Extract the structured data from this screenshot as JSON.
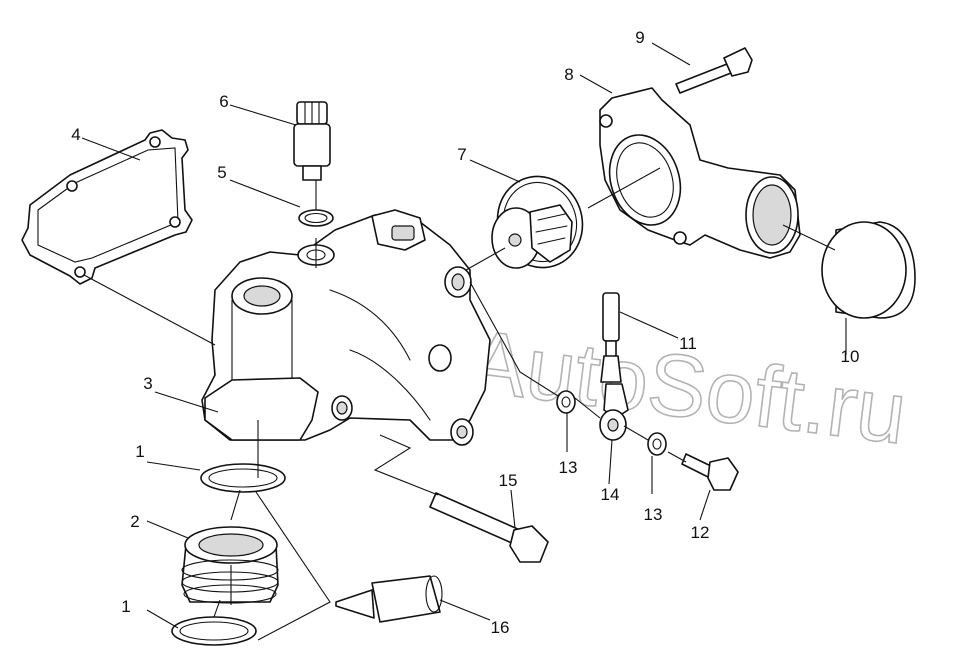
{
  "watermark": {
    "text": "AutoSoft.ru"
  },
  "callouts": {
    "c1a": "1",
    "c1b": "1",
    "c2": "2",
    "c3": "3",
    "c4": "4",
    "c5": "5",
    "c6": "6",
    "c7": "7",
    "c8": "8",
    "c9": "9",
    "c10": "10",
    "c11": "11",
    "c12": "12",
    "c13a": "13",
    "c13b": "13",
    "c14": "14",
    "c15": "15",
    "c16": "16"
  }
}
